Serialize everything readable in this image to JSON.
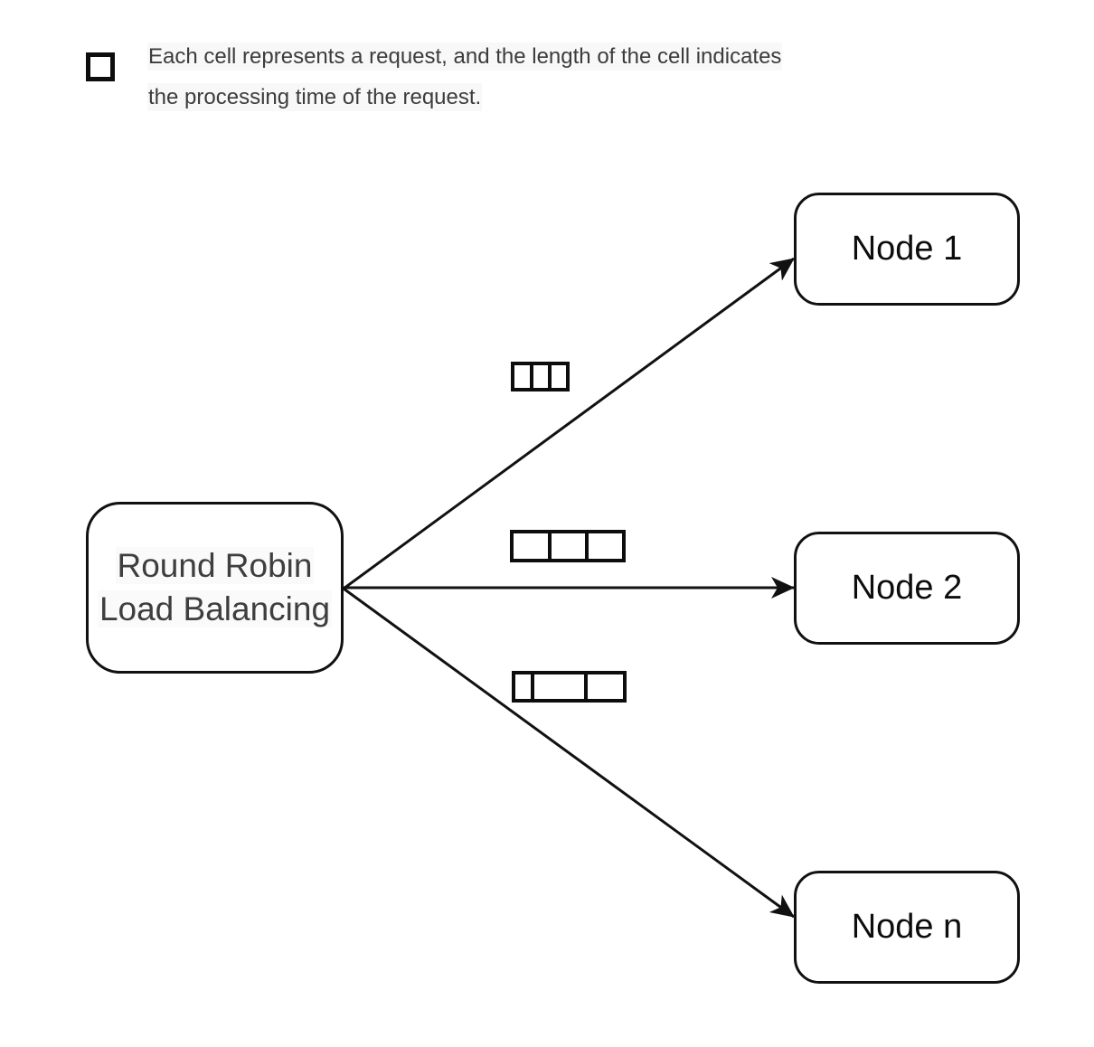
{
  "legend": {
    "icon": "cell-square-icon",
    "text_line1": "Each cell represents a request, and the length of the cell indicates",
    "text_line2": "the processing time of the request."
  },
  "diagram": {
    "load_balancer": {
      "label_line1": "Round Robin",
      "label_line2": "Load Balancing"
    },
    "nodes": [
      {
        "label": "Node 1"
      },
      {
        "label": "Node 2"
      },
      {
        "label": "Node n"
      }
    ],
    "request_groups": [
      {
        "target": "Node 1",
        "cell_widths": [
          22,
          22,
          21
        ]
      },
      {
        "target": "Node 2",
        "cell_widths": [
          43,
          43,
          42
        ]
      },
      {
        "target": "Node n",
        "cell_widths": [
          19,
          63,
          45
        ]
      }
    ],
    "edges": [
      {
        "from": "Round Robin Load Balancing",
        "to": "Node 1"
      },
      {
        "from": "Round Robin Load Balancing",
        "to": "Node 2"
      },
      {
        "from": "Round Robin Load Balancing",
        "to": "Node n"
      }
    ],
    "colors": {
      "stroke": "#111111",
      "text_primary": "#3e3e3e",
      "text_node": "#0d0d0d",
      "background": "#ffffff"
    }
  }
}
